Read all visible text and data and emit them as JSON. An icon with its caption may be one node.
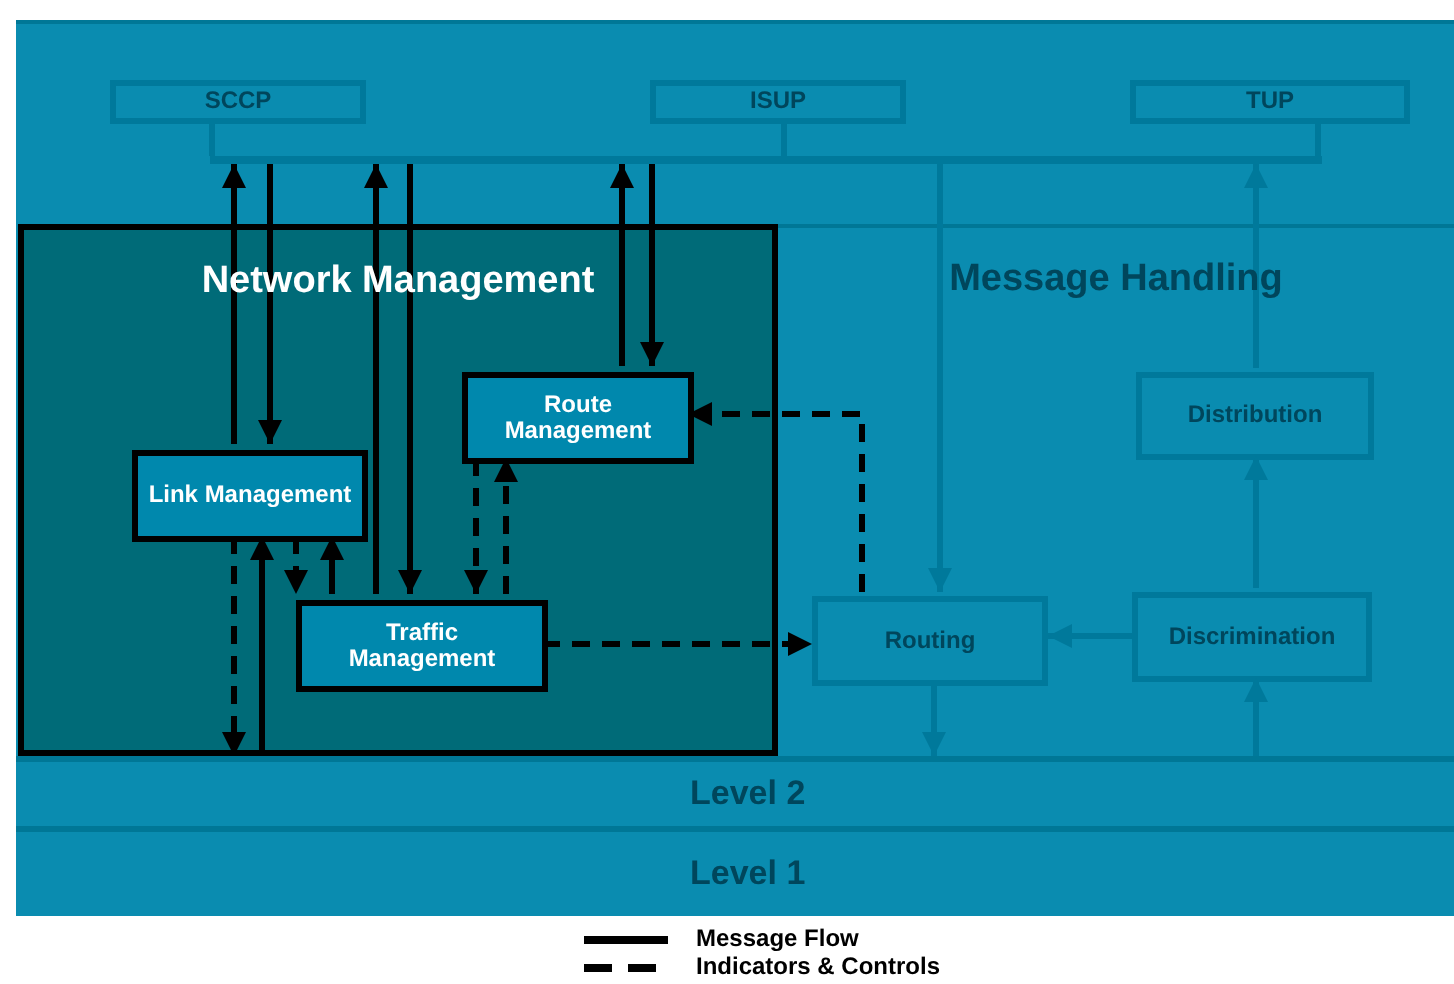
{
  "diagram": {
    "nodes": [
      {
        "text": [
          "SCCP"
        ]
      },
      {
        "text": [
          "ISUP"
        ]
      },
      {
        "text": [
          "TUP"
        ]
      },
      {
        "text": [],
        "shape": "bar"
      },
      {
        "text": [
          "Network Management"
        ]
      },
      {
        "text": [
          "Link Management"
        ],
        "in": 4
      },
      {
        "text": [
          "Route Management"
        ],
        "in": 4
      },
      {
        "text": [
          "Traffic Management"
        ],
        "in": 4
      },
      {
        "text": [
          "Message Handling"
        ]
      },
      {
        "text": [
          "Distribution"
        ],
        "in": 8
      },
      {
        "text": [
          "Routing"
        ],
        "in": 8
      },
      {
        "text": [
          "Discrimination"
        ],
        "in": 8
      },
      {
        "text": [
          "Level 2"
        ]
      },
      {
        "text": [
          "Level 1"
        ]
      }
    ],
    "edges": [
      {
        "from": 0,
        "to": 3,
        "arrow": "none",
        "color": "#00799b"
      },
      {
        "from": 1,
        "to": 3,
        "arrow": "none",
        "color": "#00799b"
      },
      {
        "from": 2,
        "to": 3,
        "arrow": "none",
        "color": "#00799b"
      },
      {
        "from": 5,
        "to": 3,
        "arrow": "to"
      },
      {
        "from": 3,
        "to": 5,
        "arrow": "to"
      },
      {
        "from": 7,
        "to": 3,
        "arrow": "to"
      },
      {
        "from": 3,
        "to": 7,
        "arrow": "to"
      },
      {
        "from": 6,
        "to": 3,
        "arrow": "to"
      },
      {
        "from": 3,
        "to": 6,
        "arrow": "to"
      },
      {
        "from": 3,
        "to": 10,
        "arrow": "to",
        "color": "#00799b"
      },
      {
        "from": 9,
        "to": 3,
        "arrow": "to",
        "color": "#00799b"
      },
      {
        "from": 11,
        "to": 9,
        "arrow": "to",
        "color": "#00799b"
      },
      {
        "from": 11,
        "to": 10,
        "arrow": "to",
        "color": "#00799b"
      },
      {
        "from": 10,
        "to": 12,
        "arrow": "to",
        "color": "#00799b"
      },
      {
        "from": 12,
        "to": 11,
        "arrow": "to",
        "color": "#00799b"
      },
      {
        "from": 5,
        "to": 7,
        "arrow": "to",
        "style": "dashed"
      },
      {
        "from": 7,
        "to": 5,
        "arrow": "to"
      },
      {
        "from": 5,
        "to": 12,
        "arrow": "to",
        "style": "dashed"
      },
      {
        "from": 12,
        "to": 5,
        "arrow": "to"
      },
      {
        "from": 6,
        "to": 7,
        "arrow": "to",
        "style": "dashed"
      },
      {
        "from": 7,
        "to": 6,
        "arrow": "to",
        "style": "dashed"
      },
      {
        "from": 10,
        "to": 6,
        "arrow": "to",
        "style": "dashed"
      },
      {
        "from": 7,
        "to": 10,
        "arrow": "to",
        "style": "dashed"
      }
    ],
    "legend": [
      {
        "text": "Message Flow"
      },
      {
        "text": "Indicators & Controls"
      }
    ]
  }
}
